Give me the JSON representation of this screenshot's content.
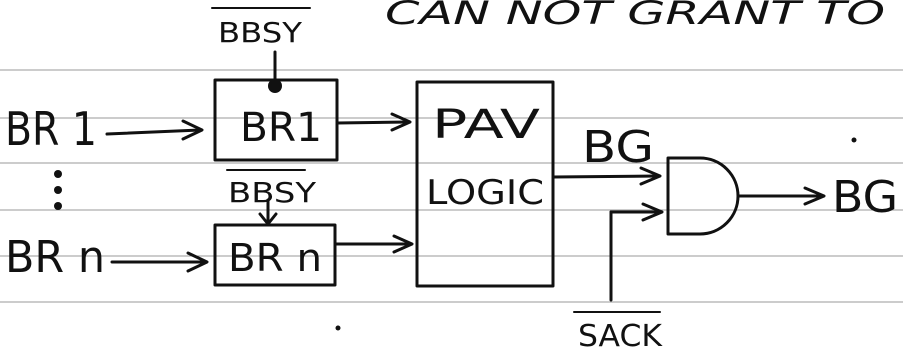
{
  "header_text": "CAN NOT GRANT TO",
  "labels": {
    "bbsy_top": "BBSY",
    "bbsy_mid": "BBSY",
    "br1_input": "BR 1",
    "brn_input": "BR n",
    "br1_latch": "BR1",
    "brn_latch": "BR n",
    "pav_logic_line1": "PAV",
    "pav_logic_line2": "LOGIC",
    "bg_internal": "BG",
    "bg_output": "BG",
    "sack": "SACK"
  }
}
